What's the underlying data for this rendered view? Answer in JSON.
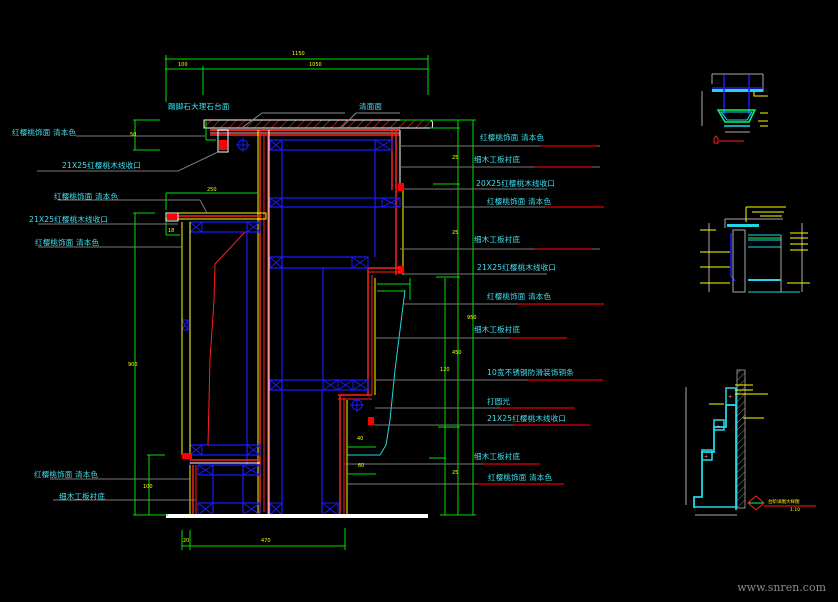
{
  "drawing": {
    "top_labels": {
      "countertop": "踢脚石大理石台面",
      "edge": "清面面"
    },
    "left_annotations": [
      {
        "text": "红樱桃饰面    清本色"
      },
      {
        "text": "21X25红樱桃木线收口"
      },
      {
        "text": "红樱桃饰面    清本色"
      },
      {
        "text": "21X25红樱桃木线收口"
      },
      {
        "text": "红樱桃饰面    清本色"
      },
      {
        "text": "红樱桃饰面    清本色"
      },
      {
        "text": "细木工板衬底"
      }
    ],
    "right_annotations": [
      {
        "text": "红樱桃饰面    清本色"
      },
      {
        "text": "细木工板衬底"
      },
      {
        "text": "20X25红樱桃木线收口"
      },
      {
        "text": "红樱桃饰面    清本色"
      },
      {
        "text": "细木工板衬底"
      },
      {
        "text": "21X25红樱桃木线收口"
      },
      {
        "text": "红樱桃饰面    清本色"
      },
      {
        "text": "细木工板衬底"
      },
      {
        "text": "10宽不锈钢防滑装饰铜条"
      },
      {
        "text": "打圆光"
      },
      {
        "text": "21X25红樱桃木线收口"
      },
      {
        "text": "细木工板衬底"
      },
      {
        "text": "红樱桃饰面    清本色"
      }
    ],
    "dimensions": {
      "top_total": "1150",
      "top_left": "100",
      "top_right": "1050",
      "left_small": "50",
      "left_height": "900",
      "left_lower": "100",
      "mid_small": "18",
      "mid_width": "250",
      "right_top": "25",
      "right_mid": "25",
      "right_outer": "950",
      "right_lower": "450",
      "right_low2": "120",
      "right_low3": "25",
      "bottom_small": "20",
      "bottom_width": "470",
      "step1": "40",
      "step2": "60"
    },
    "detail_labels": {
      "detail3_title": "台阶详图大样图",
      "detail3_scale": "1:10"
    },
    "colors": {
      "background": "#000000",
      "annotation": "#3fe0f0",
      "dimension_line": "#00ff00",
      "dimension_text": "#ffff00",
      "wood_section": "#ff0000",
      "frame": "#0000ff",
      "leader": "#808080"
    }
  },
  "watermark": "www.snren.com"
}
